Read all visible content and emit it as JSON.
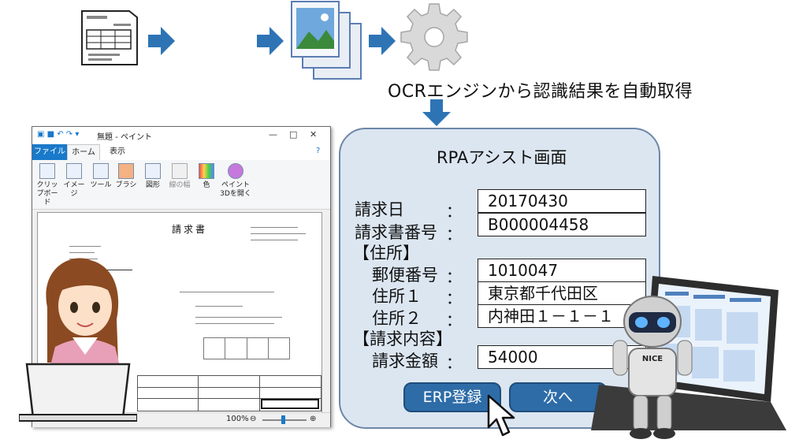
{
  "caption": "OCRエンジンから認識結果を自動取得",
  "paint": {
    "title": "無題 - ペイント",
    "tabs": [
      "ファイル",
      "ホーム",
      "表示"
    ],
    "ribbon": [
      "クリップボード",
      "イメージ",
      "ツール",
      "ブラシ",
      "図形",
      "線の幅",
      "色",
      "ペイント3Dを開く"
    ],
    "zoom": "100%",
    "document_title": "請求書"
  },
  "rpa": {
    "title": "RPAアシスト画面",
    "fields": [
      {
        "label": "請求日",
        "value": "20170430"
      },
      {
        "label": "請求書番号",
        "value": "B000004458"
      },
      {
        "label": "郵便番号",
        "value": "1010047"
      },
      {
        "label": "住所１",
        "value": "東京都千代田区"
      },
      {
        "label": "住所２",
        "value": "内神田１－１－１"
      },
      {
        "label": "請求金額",
        "value": "54000"
      }
    ],
    "section_address": "【住所】",
    "section_billing": "【請求内容】",
    "colon": "：",
    "erp_button": "ERP登録",
    "next_button": "次へ"
  },
  "robot_badge": "NICE",
  "colors": {
    "accent": "#2e74b5",
    "panel_bg": "#dce6f1",
    "button": "#2e6ca8"
  }
}
